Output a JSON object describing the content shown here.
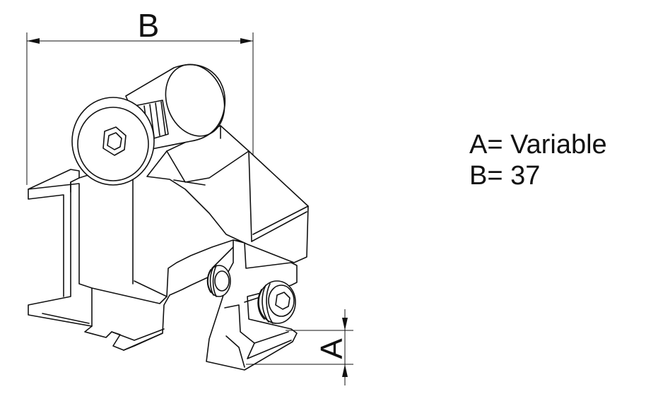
{
  "dimensions": {
    "b_label": "B",
    "a_label": "A"
  },
  "legend": {
    "line_a": "A= Variable",
    "line_b": "B= 37"
  },
  "colors": {
    "line": "#111111",
    "background": "#ffffff"
  }
}
